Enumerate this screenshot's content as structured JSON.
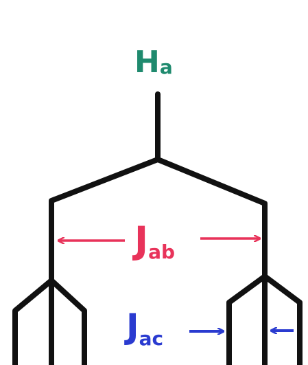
{
  "labels": {
    "proton": {
      "main": "H",
      "sub": "a",
      "color": "#1f8a6e"
    },
    "coupling_ab": {
      "main": "J",
      "sub": "ab",
      "color": "#e8335a"
    },
    "coupling_ac": {
      "main": "J",
      "sub": "ac",
      "color": "#2a3bd0"
    }
  },
  "colors": {
    "line": "#111111",
    "background": "#ffffff"
  }
}
